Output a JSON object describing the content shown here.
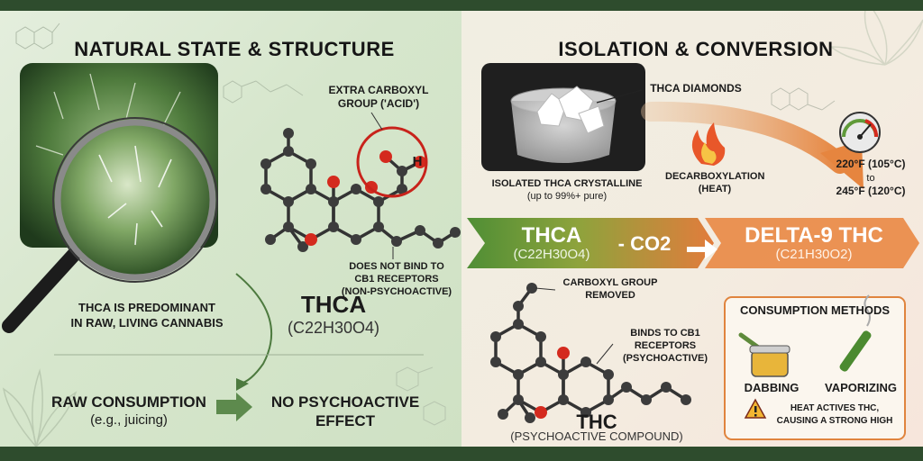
{
  "left": {
    "title": "NATURAL STATE & STRUCTURE",
    "carboxyl_label_1": "EXTRA CARBOXYL",
    "carboxyl_label_2": "GROUP ('ACID')",
    "hydrogen": "H",
    "bind_label_1": "DOES NOT BIND TO",
    "bind_label_2": "CB1 RECEPTORS",
    "bind_label_3": "(NON-PSYCHOACTIVE)",
    "predominant_1": "THCA IS PREDOMINANT",
    "predominant_2": "IN RAW, LIVING CANNABIS",
    "molecule_name": "THCA",
    "molecule_formula": "(C22H30O4)",
    "raw_title": "RAW CONSUMPTION",
    "raw_sub": "(e.g., juicing)",
    "effect_1": "NO PSYCHOACTIVE",
    "effect_2": "EFFECT"
  },
  "right": {
    "title": "ISOLATION & CONVERSION",
    "diamonds_label": "THCA DIAMONDS",
    "isolated_1": "ISOLATED THCA CRYSTALLINE",
    "isolated_2": "(up to 99%+ pure)",
    "decarb_1": "DECARBOXYLATION",
    "decarb_2": "(HEAT)",
    "temp_1": "220°F (105°C)",
    "temp_to": "to",
    "temp_2": "245°F (120°C)",
    "arrow_thca": "THCA",
    "arrow_thca_formula": "(C22H30O4)",
    "arrow_minus": "- CO2",
    "arrow_delta": "DELTA-9 THC",
    "arrow_delta_formula": "(C21H30O2)",
    "removed_1": "CARBOXYL GROUP",
    "removed_2": "REMOVED",
    "binds_1": "BINDS TO CB1",
    "binds_2": "RECEPTORS",
    "binds_3": "(PSYCHOACTIVE)",
    "thc_name": "THC",
    "thc_sub": "(PSYCHOACTIVE COMPOUND)",
    "methods_title": "CONSUMPTION METHODS",
    "method_1": "DABBING",
    "method_2": "VAPORIZING",
    "warning_1": "HEAT ACTIVES THC,",
    "warning_2": "CAUSING A STRONG HIGH"
  },
  "colors": {
    "frame": "#2e4c2d",
    "arrow_green": "#5f9a3a",
    "arrow_orange": "#e27c3c",
    "oxygen_red": "#d42a1e",
    "carbon_gray": "#404040"
  },
  "icons": [
    "magnifier-icon",
    "cannabis-leaf-icon",
    "flame-icon",
    "thermometer-gauge-icon",
    "dab-jar-icon",
    "vape-pen-icon",
    "warning-icon"
  ]
}
